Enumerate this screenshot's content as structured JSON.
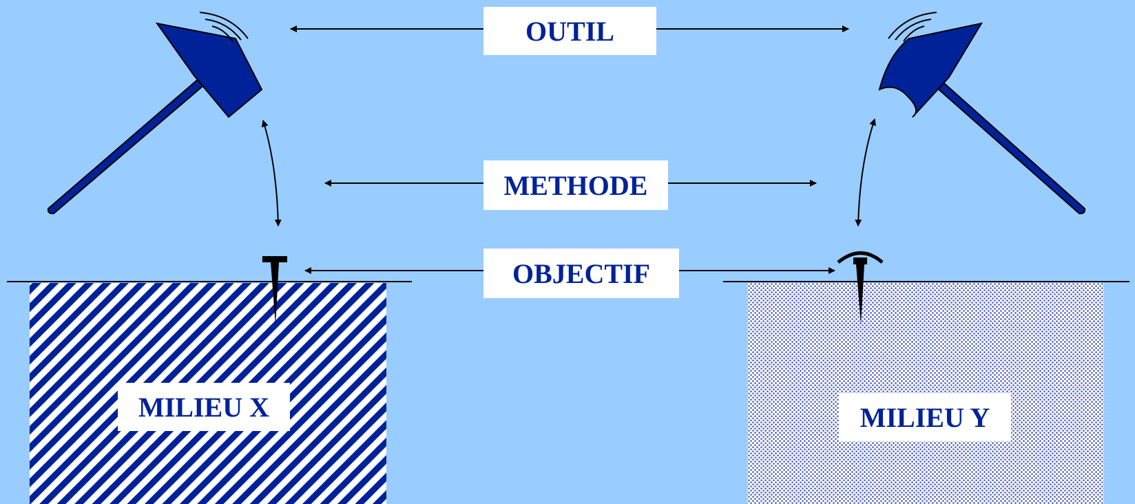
{
  "labels": {
    "outil": "OUTIL",
    "methode": "METHODE",
    "objectif": "OBJECTIF",
    "milieu_x": "MILIEU X",
    "milieu_y": "MILIEU Y"
  },
  "colors": {
    "background": "#99ccff",
    "tool_blue": "#002299",
    "label_text": "#002299",
    "line": "#000000"
  },
  "icons": [
    "hammer-icon",
    "pickaxe-icon",
    "nail-icon",
    "hooked-nail-icon"
  ]
}
